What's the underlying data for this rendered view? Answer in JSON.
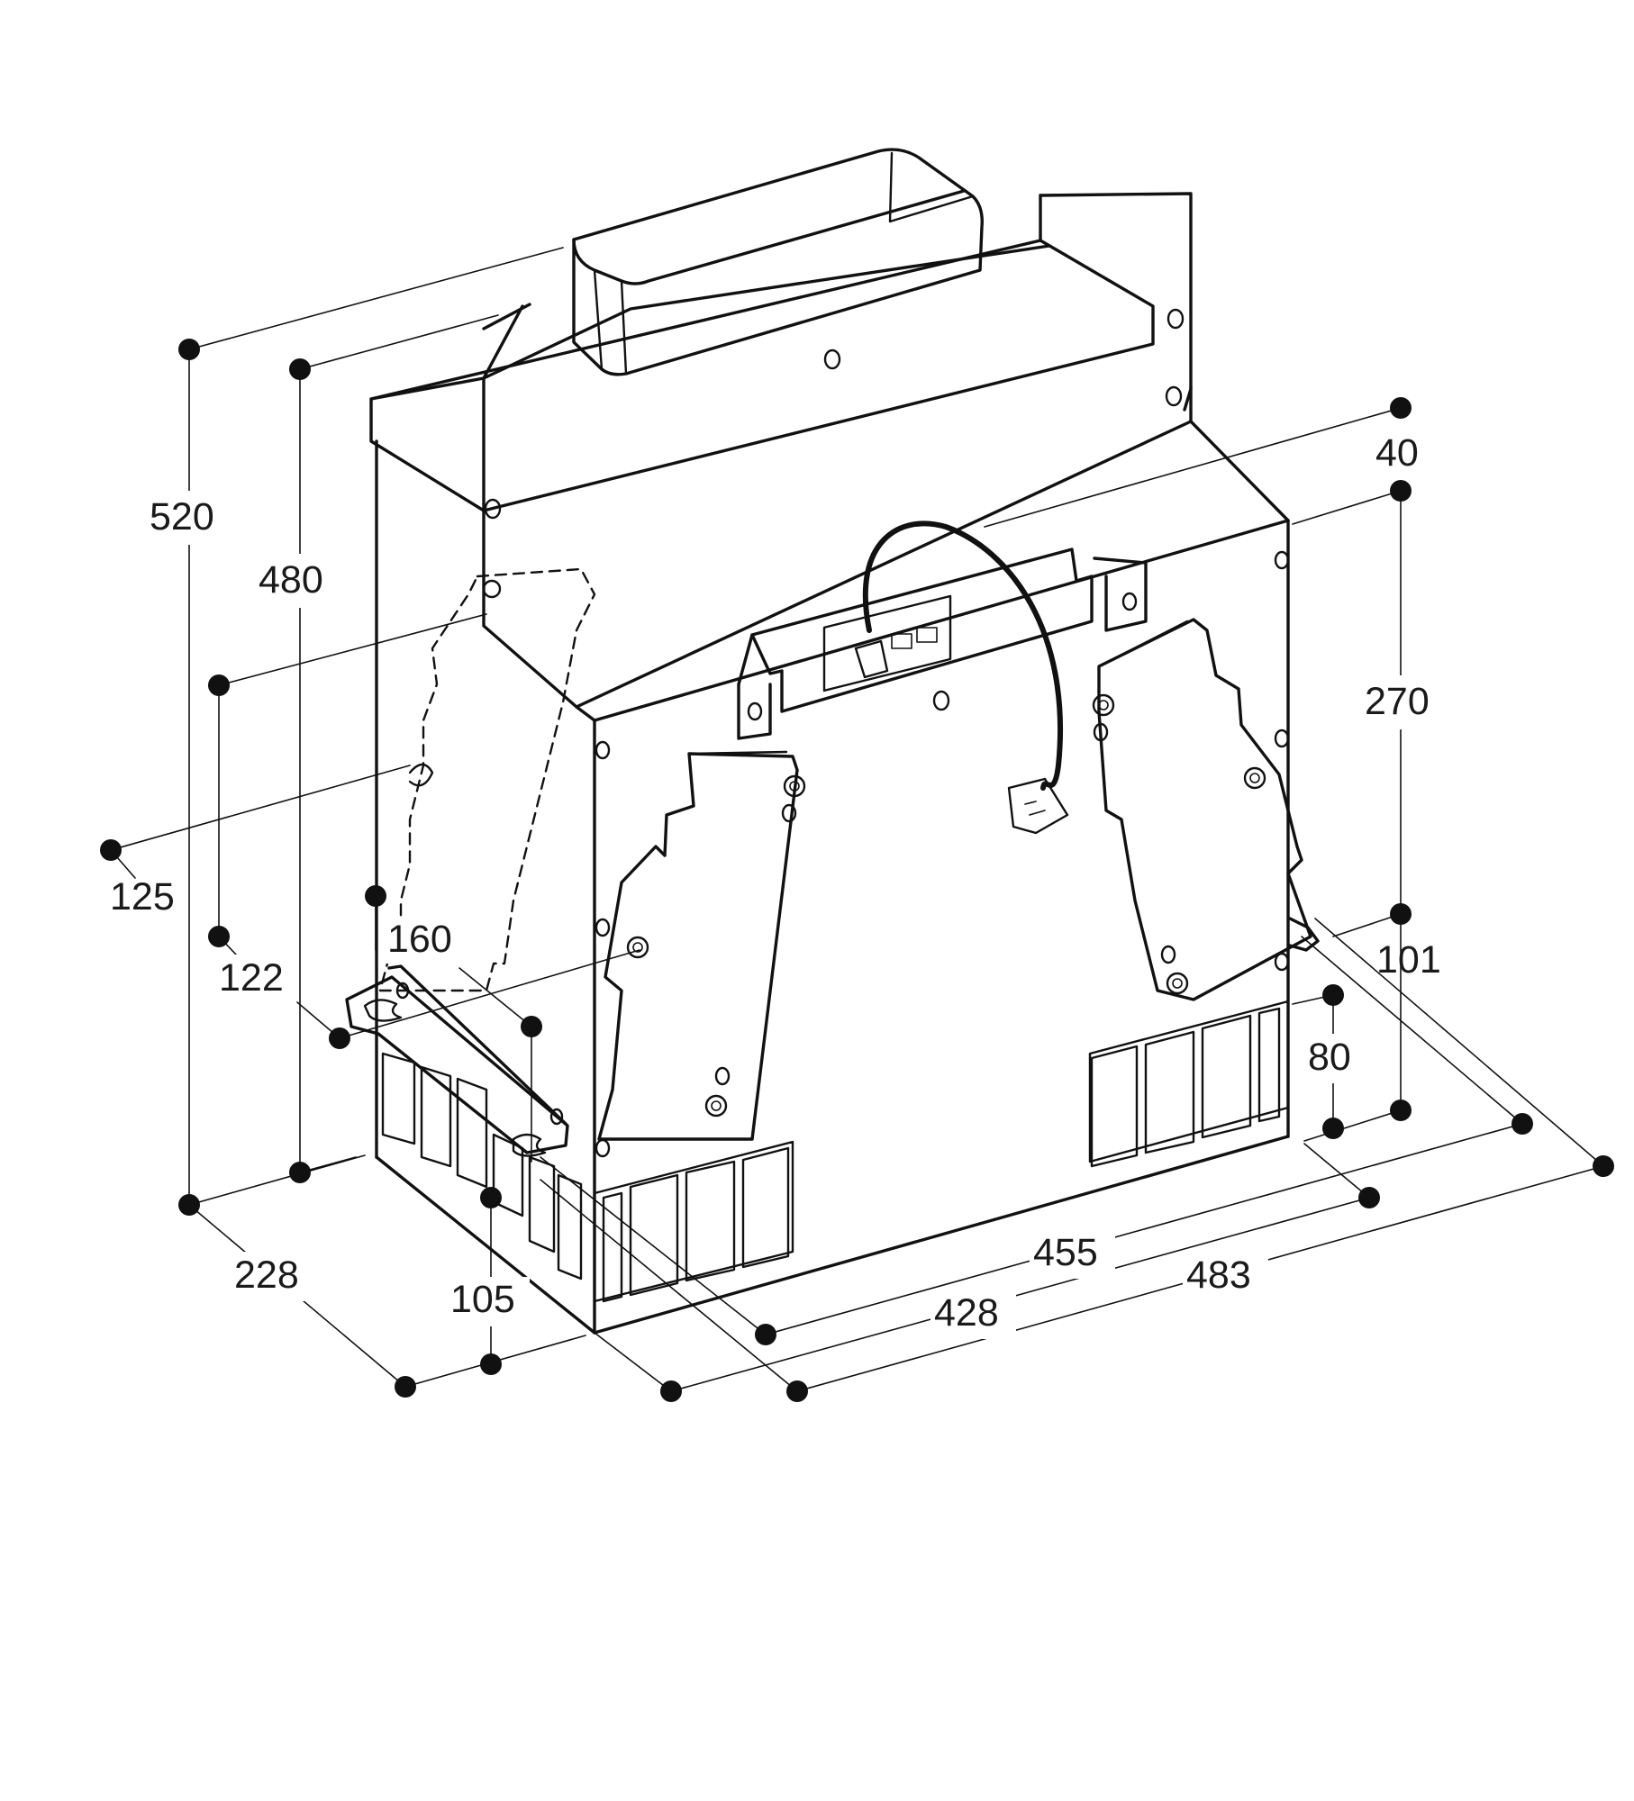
{
  "dimensions": {
    "overall_height": "520",
    "body_height": "480",
    "duct_offset": "40",
    "side_height": "270",
    "depth_125": "125",
    "depth_122": "122",
    "depth_160": "160",
    "bracket_101": "101",
    "grille_height": "80",
    "depth_228": "228",
    "depth_105": "105",
    "width_455": "455",
    "width_428": "428",
    "width_483": "483"
  },
  "colors": {
    "line": "#111111",
    "background": "#ffffff"
  }
}
